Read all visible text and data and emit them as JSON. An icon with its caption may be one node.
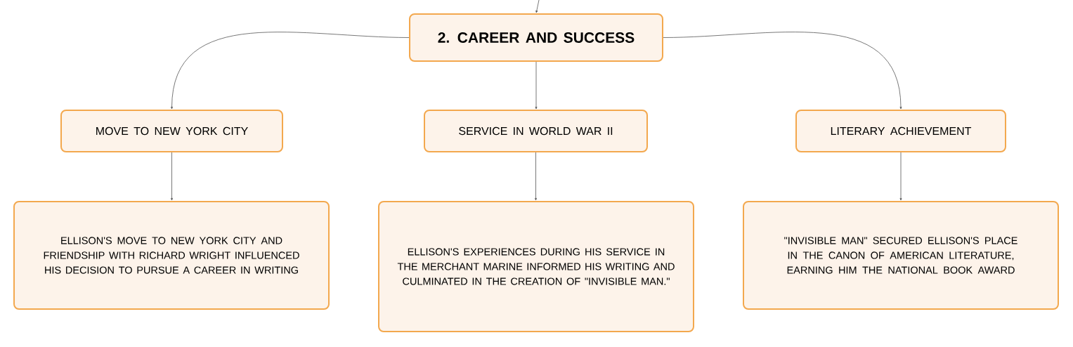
{
  "diagram": {
    "nodes": [
      {
        "text": [
          "2. CAREER AND SUCCESS"
        ]
      },
      {
        "text": [
          "MOVE TO NEW YORK CITY"
        ]
      },
      {
        "text": [
          "SERVICE IN WORLD WAR II"
        ]
      },
      {
        "text": [
          "LITERARY ACHIEVEMENT"
        ]
      },
      {
        "text": [
          "ELLISON'S MOVE TO NEW YORK CITY AND FRIENDSHIP WITH RICHARD WRIGHT INFLUENCED HIS DECISION TO PURSUE A CAREER IN WRITING"
        ]
      },
      {
        "text": [
          "ELLISON'S EXPERIENCES DURING HIS SERVICE IN THE MERCHANT MARINE INFORMED HIS WRITING AND CULMINATED IN THE CREATION OF \"INVISIBLE MAN.\""
        ]
      },
      {
        "text": [
          "\"INVISIBLE MAN\" SECURED ELLISON'S PLACE IN THE CANON OF AMERICAN LITERATURE, EARNING HIM THE NATIONAL BOOK AWARD"
        ]
      }
    ],
    "edges": [
      {
        "from": null,
        "to": 0,
        "arrow": "to"
      },
      {
        "from": 0,
        "to": 1,
        "arrow": "to"
      },
      {
        "from": 0,
        "to": 2,
        "arrow": "to"
      },
      {
        "from": 0,
        "to": 3,
        "arrow": "to"
      },
      {
        "from": 1,
        "to": 4,
        "arrow": "to"
      },
      {
        "from": 2,
        "to": 5,
        "arrow": "to"
      },
      {
        "from": 3,
        "to": 6,
        "arrow": "to"
      }
    ]
  }
}
